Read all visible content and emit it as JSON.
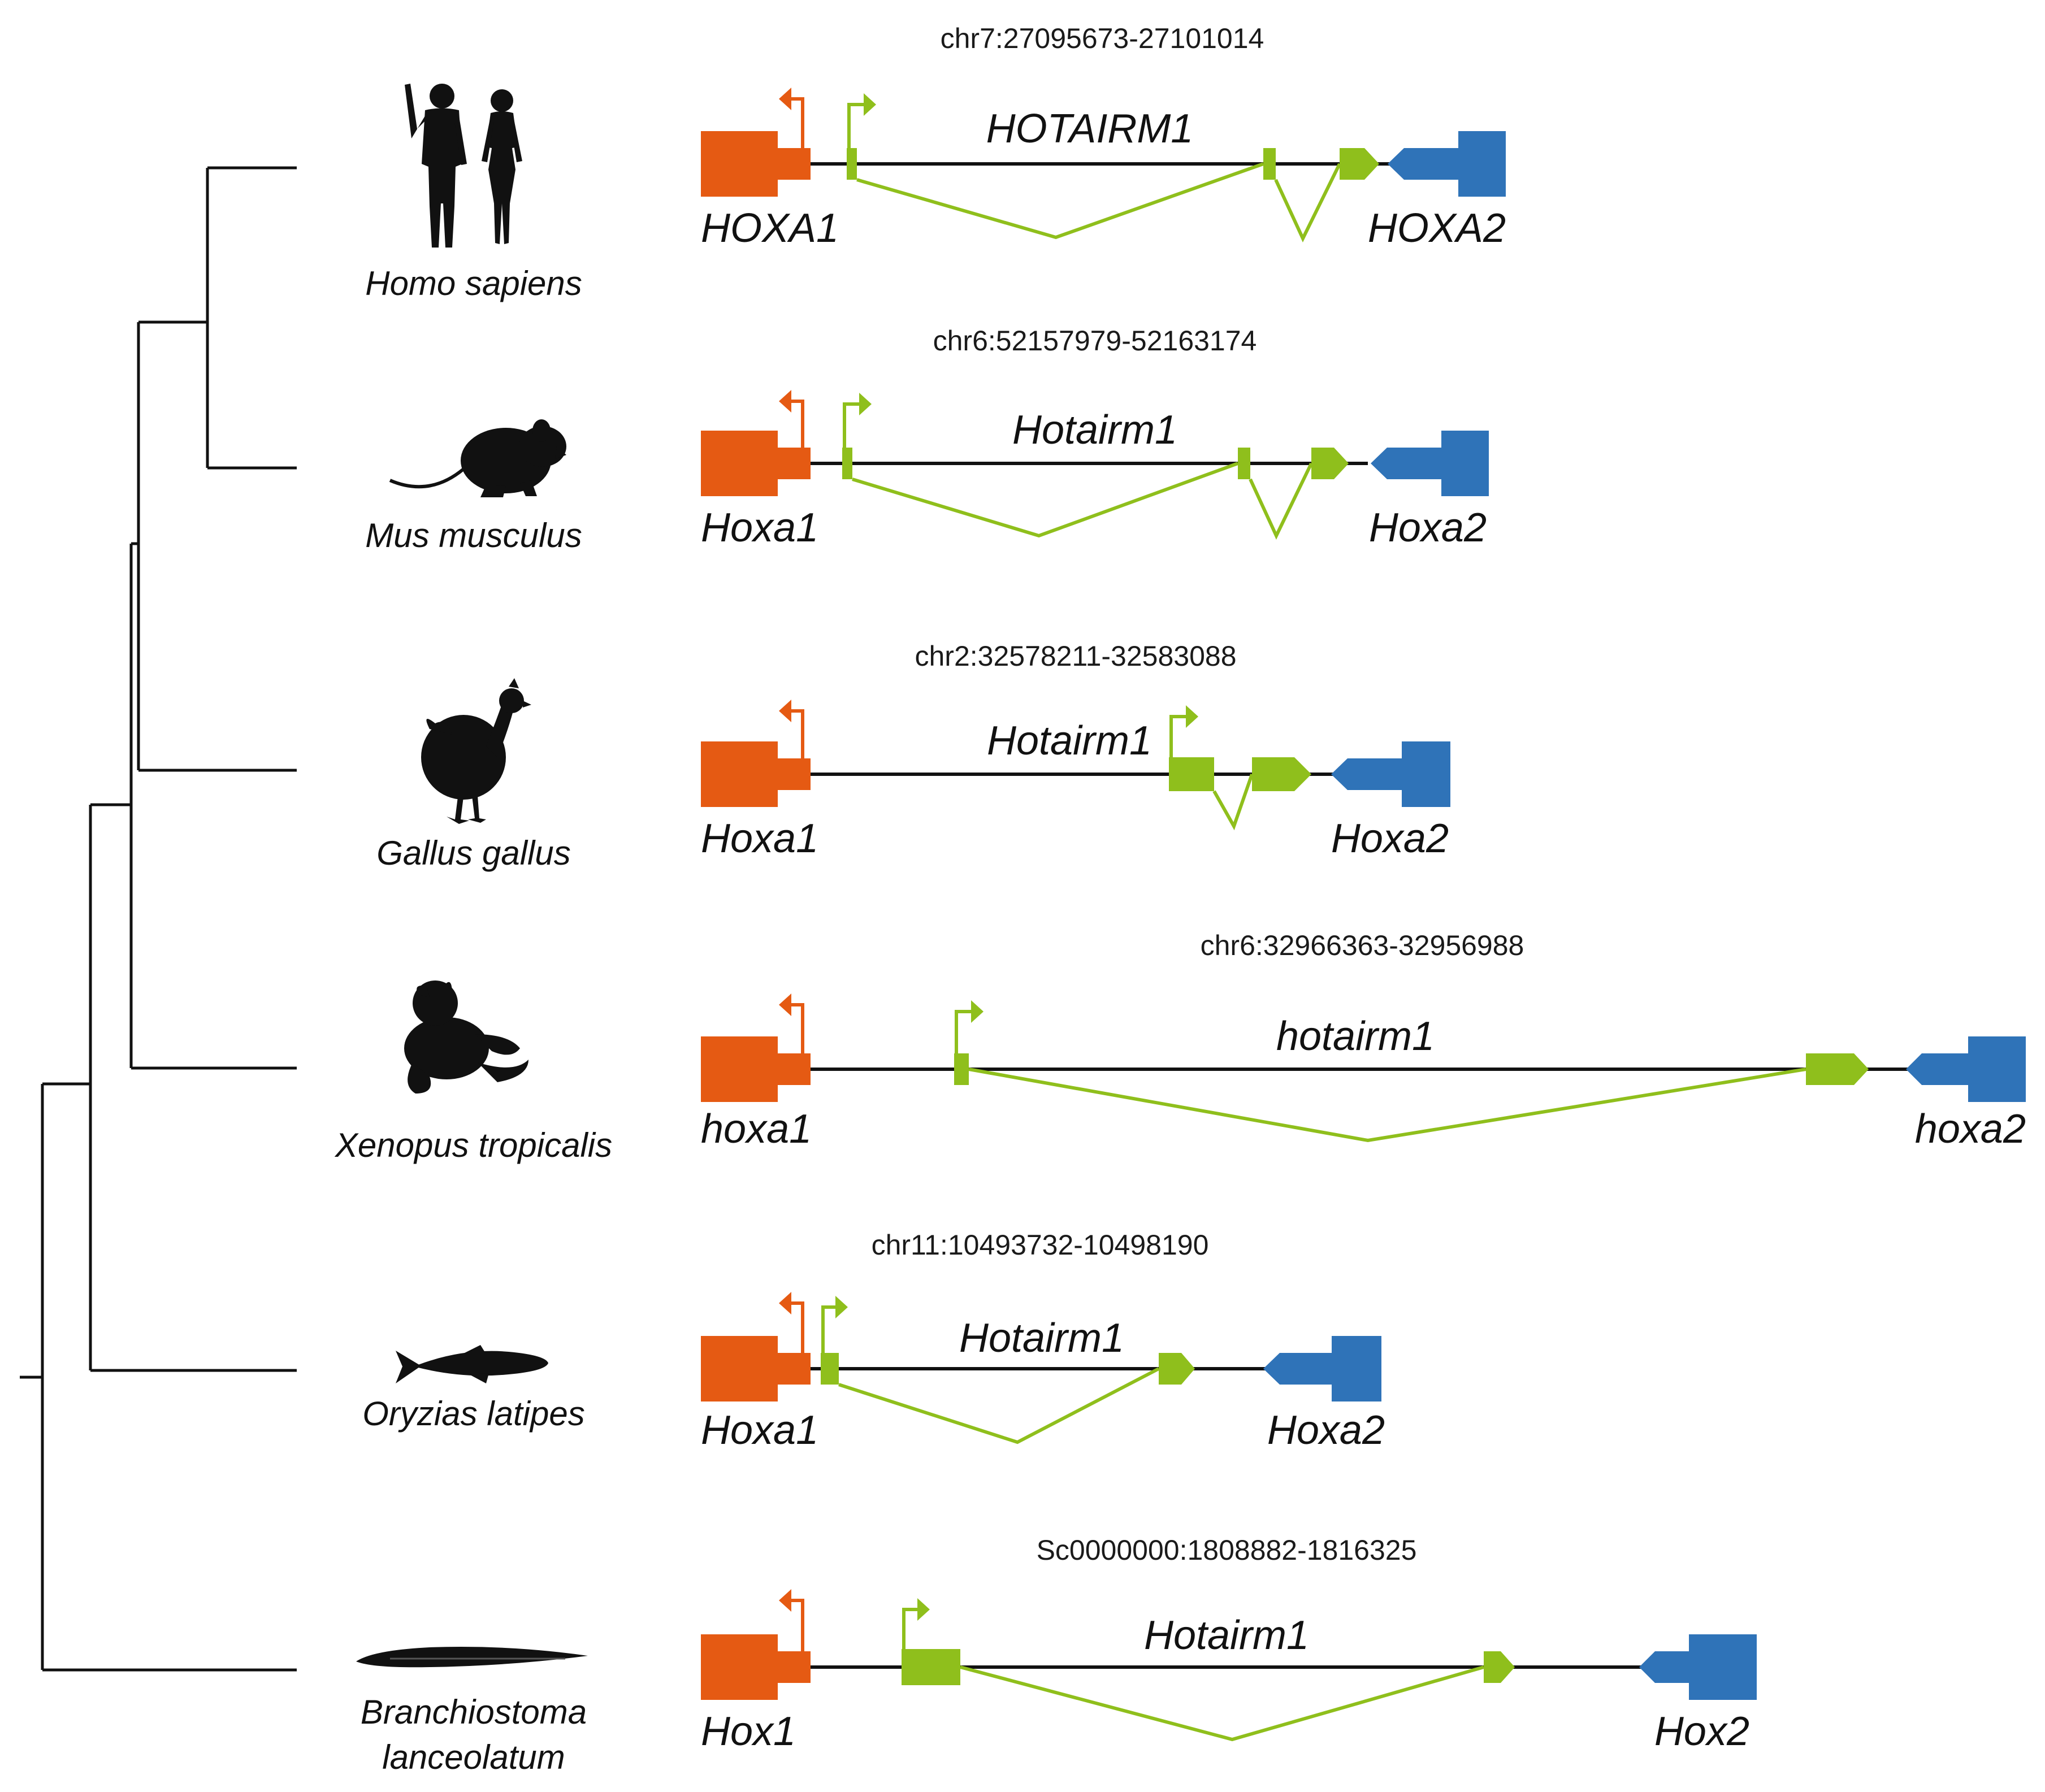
{
  "colors": {
    "hox1": "#e55a13",
    "hotairm1": "#8fbf1c",
    "hox2": "#2f73b8",
    "line": "#111111",
    "silhouette": "#111111"
  },
  "tree": {
    "icons": [
      "humans-icon",
      "mouse-icon",
      "chicken-icon",
      "frog-icon",
      "fish-icon",
      "lancelet-icon"
    ]
  },
  "species": [
    {
      "name_lines": [
        "Homo sapiens"
      ],
      "coords": "chr7:27095673-27101014",
      "hox1": "HOXA1",
      "lnc": "HOTAIRM1",
      "hox2": "HOXA2",
      "icon": "humans-icon"
    },
    {
      "name_lines": [
        "Mus musculus"
      ],
      "coords": "chr6:52157979-52163174",
      "hox1": "Hoxa1",
      "lnc": "Hotairm1",
      "hox2": "Hoxa2",
      "icon": "mouse-icon"
    },
    {
      "name_lines": [
        "Gallus gallus"
      ],
      "coords": "chr2:32578211-32583088",
      "hox1": "Hoxa1",
      "lnc": "Hotairm1",
      "hox2": "Hoxa2",
      "icon": "chicken-icon"
    },
    {
      "name_lines": [
        "Xenopus tropicalis"
      ],
      "coords": "chr6:32966363-32956988",
      "hox1": "hoxa1",
      "lnc": "hotairm1",
      "hox2": "hoxa2",
      "icon": "frog-icon"
    },
    {
      "name_lines": [
        "Oryzias latipes"
      ],
      "coords": "chr11:10493732-10498190",
      "hox1": "Hoxa1",
      "lnc": "Hotairm1",
      "hox2": "Hoxa2",
      "icon": "fish-icon"
    },
    {
      "name_lines": [
        "Branchiostoma",
        "lanceolatum"
      ],
      "coords": "Sc0000000:1808882-1816325",
      "hox1": "Hox1",
      "lnc": "Hotairm1",
      "hox2": "Hox2",
      "icon": "lancelet-icon"
    }
  ]
}
